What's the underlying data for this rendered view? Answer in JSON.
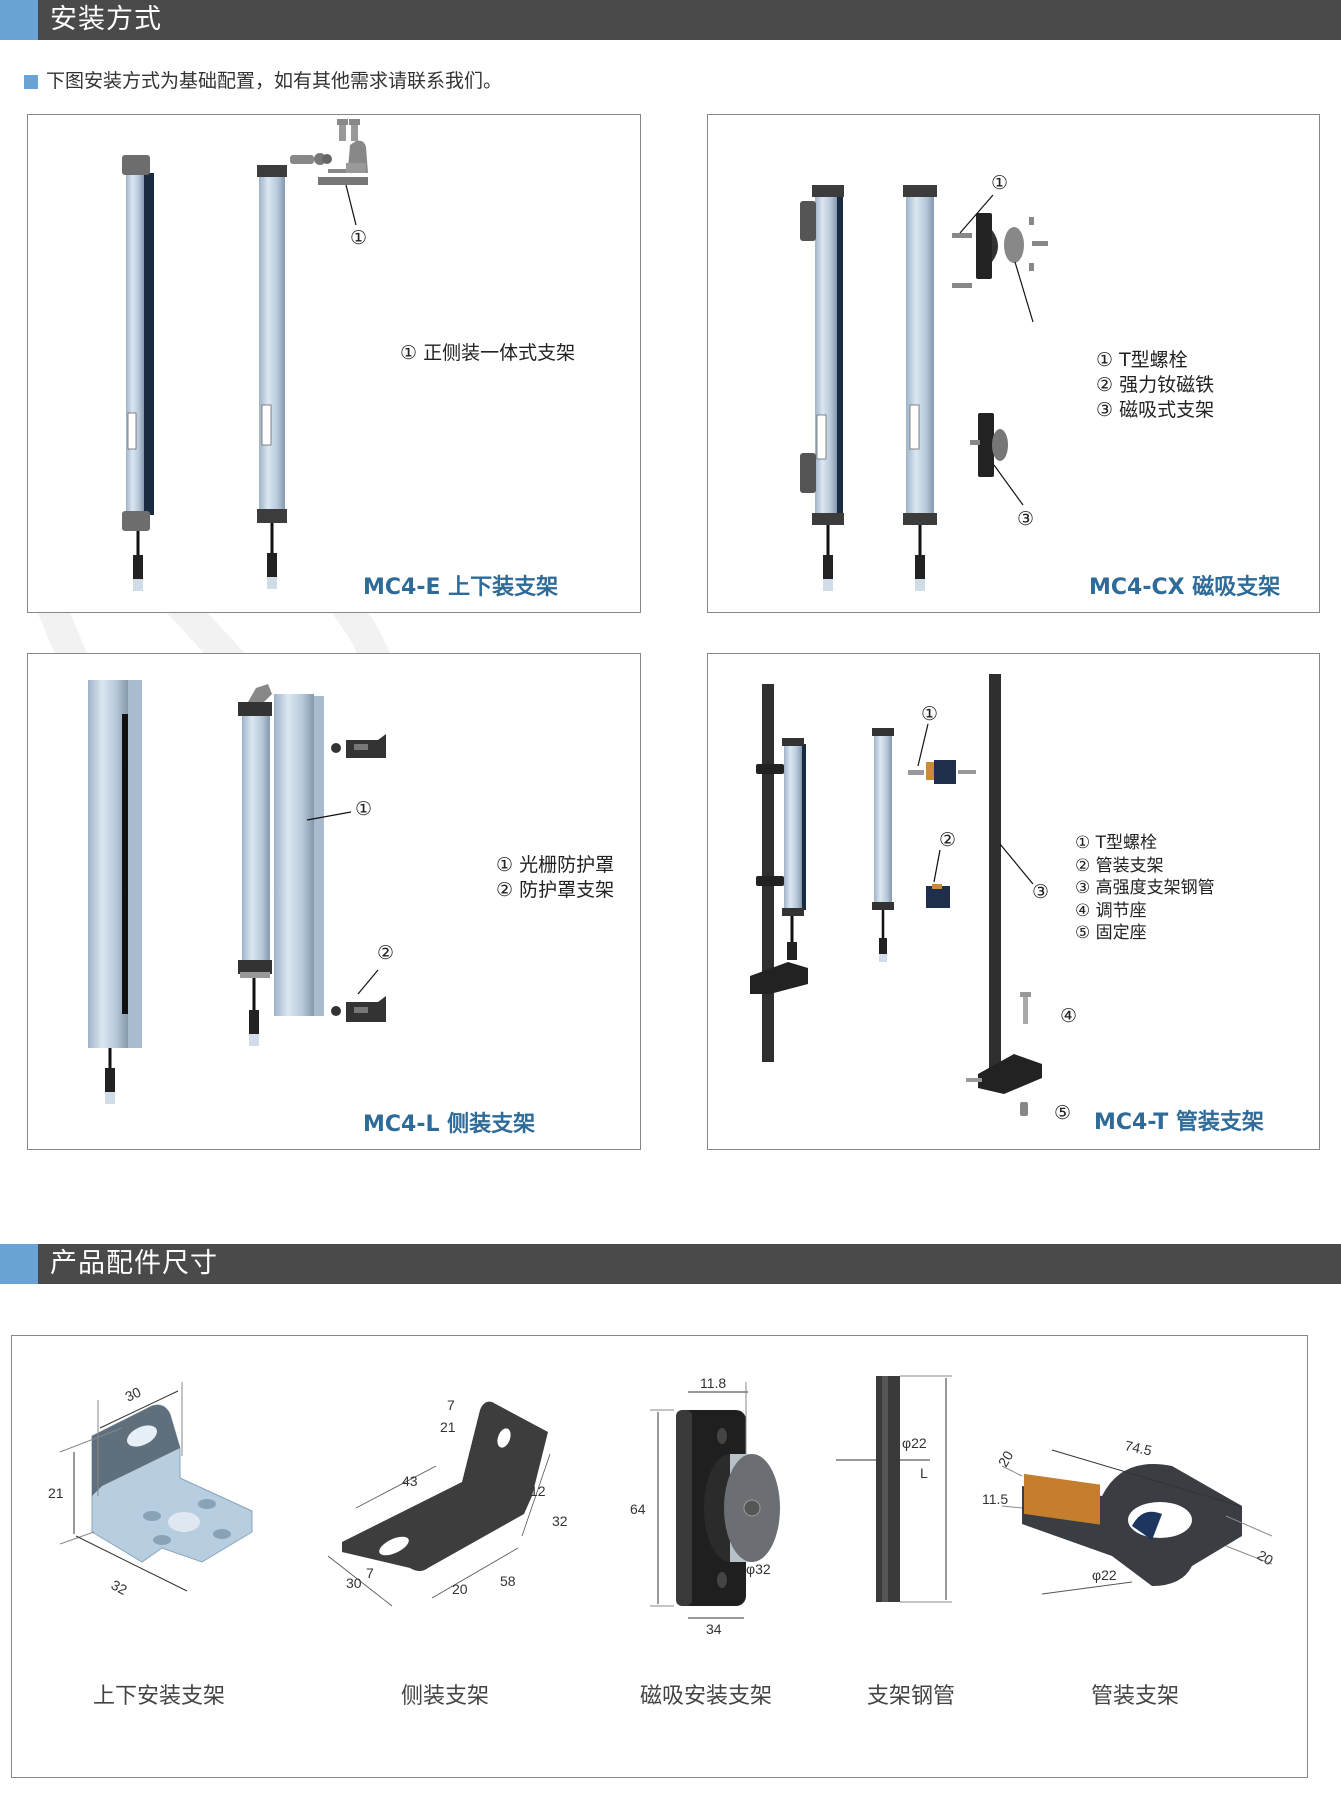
{
  "sections": {
    "install": {
      "title": "安装方式"
    },
    "accessories": {
      "title": "产品配件尺寸"
    }
  },
  "subtitle": "下图安装方式为基础配置，如有其他需求请联系我们。",
  "colors": {
    "header_bar": "#4a4a4a",
    "header_accent": "#6aa4d6",
    "caption_blue": "#2e6b98",
    "panel_border": "#888888"
  },
  "panels": [
    {
      "caption": "MC4-E 上下装支架",
      "legend": [
        "① 正侧装一体式支架"
      ],
      "callouts": [
        "①"
      ]
    },
    {
      "caption": "MC4-CX 磁吸支架",
      "legend": [
        "① T型螺栓",
        "② 强力钕磁铁",
        "③ 磁吸式支架"
      ],
      "callouts": [
        "①",
        "③"
      ]
    },
    {
      "caption": "MC4-L 侧装支架",
      "legend": [
        "① 光栅防护罩",
        "② 防护罩支架"
      ],
      "callouts": [
        "①",
        "②"
      ]
    },
    {
      "caption": "MC4-T 管装支架",
      "legend": [
        "① T型螺栓",
        "② 管装支架",
        "③ 高强度支架钢管",
        "④ 调节座",
        "⑤ 固定座"
      ],
      "callouts": [
        "①",
        "②",
        "③",
        "④",
        "⑤"
      ]
    }
  ],
  "accessories": [
    {
      "label": "上下安装支架",
      "dims": {
        "width": "30",
        "height": "21",
        "depth": "32"
      }
    },
    {
      "label": "侧装支架",
      "dims": {
        "a": "7",
        "b": "21",
        "c": "43",
        "d": "12",
        "e": "32",
        "f": "30",
        "g": "7",
        "h": "20",
        "i": "58"
      }
    },
    {
      "label": "磁吸安装支架",
      "dims": {
        "thickness": "11.8",
        "height": "64",
        "width": "34",
        "diameter": "φ32"
      }
    },
    {
      "label": "支架钢管",
      "dims": {
        "diameter": "φ22",
        "length": "L"
      }
    },
    {
      "label": "管装支架",
      "dims": {
        "length": "74.5",
        "width": "20",
        "height": "11.5",
        "side": "20",
        "bore": "φ22"
      }
    }
  ]
}
